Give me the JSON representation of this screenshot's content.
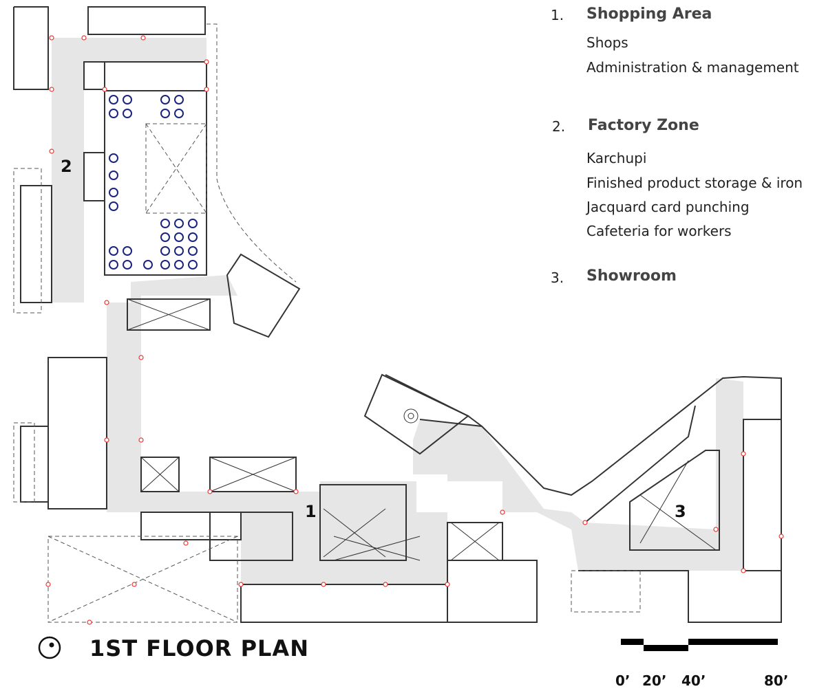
{
  "legend": [
    {
      "number": "1.",
      "heading": "Shopping Area",
      "items": [
        "Shops",
        "Administration & management"
      ]
    },
    {
      "number": "2.",
      "heading": "Factory Zone",
      "items": [
        "Karchupi",
        "Finished product storage & iron",
        "Jacquard card punching",
        "Cafeteria for workers"
      ]
    },
    {
      "number": "3.",
      "heading": "Showroom",
      "items": []
    }
  ],
  "zone_labels": [
    "1",
    "2",
    "3"
  ],
  "title": "1ST FLOOR PLAN",
  "scale_labels": [
    "0’",
    "20’",
    "40’",
    "80’"
  ],
  "colors": {
    "corridor": "#e6e6e6",
    "wall": "#333333",
    "column": "#e53935",
    "furniture": "#1a237e"
  }
}
